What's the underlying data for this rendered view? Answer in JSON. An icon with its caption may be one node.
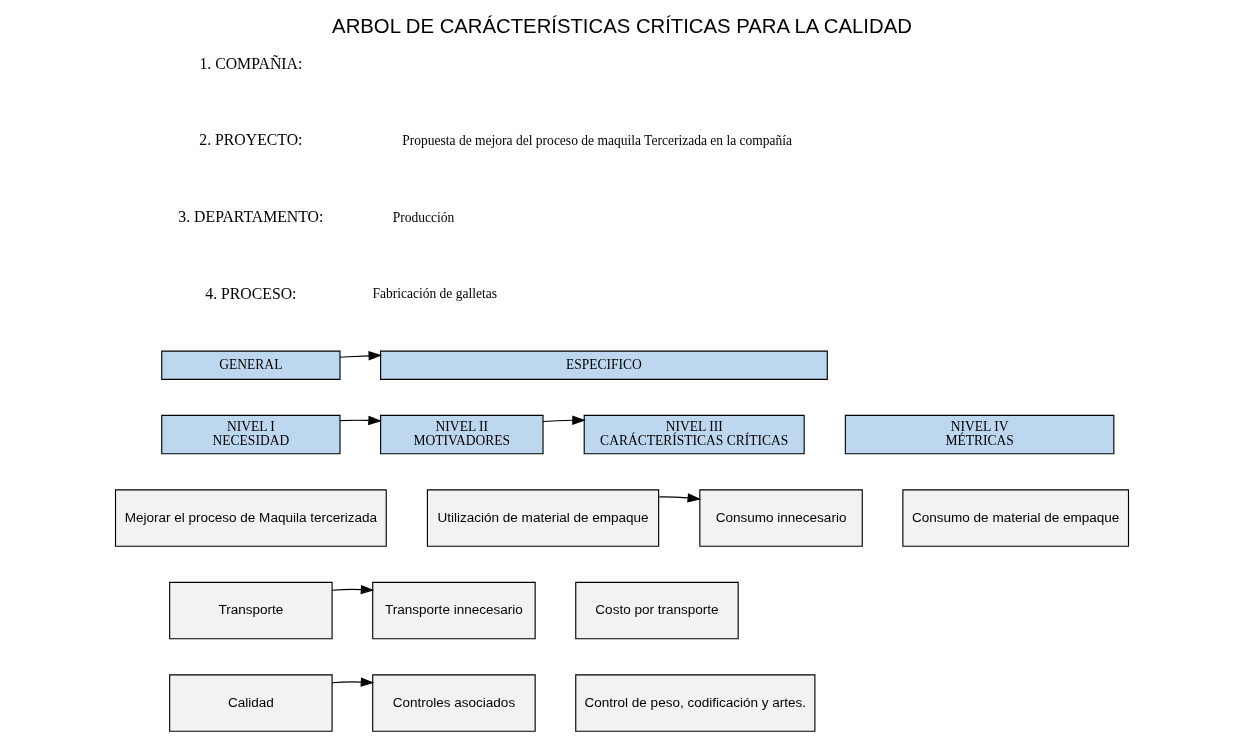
{
  "diagram": {
    "title": "ARBOL DE CARÁCTERÍSTICAS CRÍTICAS PARA LA CALIDAD",
    "nodes": [
      {
        "text": [
          "GENERAL"
        ]
      },
      {
        "text": [
          "ESPECIFICO"
        ]
      },
      {
        "text": [
          "NIVEL I",
          "NECESIDAD"
        ]
      },
      {
        "text": [
          "NIVEL II",
          "MOTIVADORES"
        ]
      },
      {
        "text": [
          "NIVEL III",
          "CARÁCTERÍSTICAS CRÍTICAS"
        ]
      },
      {
        "text": [
          "NIVEL IV",
          "MÉTRICAS"
        ]
      },
      {
        "text": [
          "Mejorar el proceso de Maquila tercerizada"
        ]
      },
      {
        "text": [
          "Utilización de material de empaque"
        ]
      },
      {
        "text": [
          "Consumo innecesario"
        ]
      },
      {
        "text": [
          "Consumo de material de empaque"
        ]
      },
      {
        "text": [
          "Transporte"
        ]
      },
      {
        "text": [
          "Transporte innecesario"
        ]
      },
      {
        "text": [
          "Costo por transporte"
        ]
      },
      {
        "text": [
          "Calidad"
        ]
      },
      {
        "text": [
          "Controles asociados"
        ]
      },
      {
        "text": [
          "Control de peso, codificación y artes."
        ]
      }
    ],
    "edges": [
      {
        "from": 0,
        "to": 1,
        "arrow": "to"
      },
      {
        "from": 2,
        "to": 3,
        "arrow": "to"
      },
      {
        "from": 3,
        "to": 4,
        "arrow": "to"
      },
      {
        "from": 7,
        "to": 8,
        "arrow": "to"
      },
      {
        "from": 10,
        "to": 11,
        "arrow": "to"
      },
      {
        "from": 13,
        "to": 14,
        "arrow": "to"
      }
    ],
    "labels": [
      "1. COMPAÑIA:",
      "2. PROYECTO:",
      "Propuesta de mejora del proceso de maquila Tercerizada en la compañía",
      "3. DEPARTAMENTO:",
      "Producción",
      "4. PROCESO:",
      "Fabricación de galletas"
    ]
  }
}
